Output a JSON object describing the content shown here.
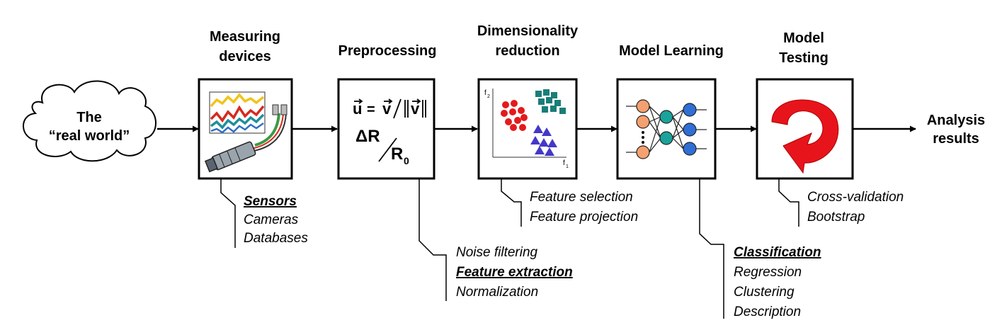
{
  "input": {
    "line1": "The",
    "line2": "“real world”"
  },
  "stages": [
    {
      "title_lines": [
        "Measuring",
        "devices"
      ],
      "details": [
        {
          "text": "Sensors",
          "emphasis": true
        },
        {
          "text": "Cameras",
          "emphasis": false
        },
        {
          "text": "Databases",
          "emphasis": false
        }
      ]
    },
    {
      "title_lines": [
        "Preprocessing"
      ],
      "formula": {
        "unit_vector": "u",
        "equals": "=",
        "vector": "v",
        "norm": "v",
        "delta": "ΔR",
        "base": "R",
        "sub": "0"
      },
      "details": [
        {
          "text": "Noise filtering",
          "emphasis": false
        },
        {
          "text": "Feature extraction",
          "emphasis": true
        },
        {
          "text": "Normalization",
          "emphasis": false
        }
      ]
    },
    {
      "title_lines": [
        "Dimensionality",
        "reduction"
      ],
      "axes": {
        "y_label": "f",
        "y_sub": "2",
        "x_label": "f",
        "x_sub": "1"
      },
      "details": [
        {
          "text": "Feature selection",
          "emphasis": false
        },
        {
          "text": "Feature projection",
          "emphasis": false
        }
      ]
    },
    {
      "title_lines": [
        "Model Learning"
      ],
      "details": [
        {
          "text": "Classification",
          "emphasis": true
        },
        {
          "text": "Regression",
          "emphasis": false
        },
        {
          "text": "Clustering",
          "emphasis": false
        },
        {
          "text": "Description",
          "emphasis": false
        }
      ]
    },
    {
      "title_lines": [
        "Model",
        "Testing"
      ],
      "details": [
        {
          "text": "Cross-validation",
          "emphasis": false
        },
        {
          "text": "Bootstrap",
          "emphasis": false
        }
      ]
    }
  ],
  "output": {
    "line1": "Analysis",
    "line2": "results"
  },
  "icons": [
    "sensor-chart-icon",
    "vector-formula-icon",
    "scatter-clusters-icon",
    "neural-network-icon",
    "circular-arrow-icon"
  ],
  "colors": {
    "line": "#000000",
    "chart_red": "#d62a1f",
    "chart_teal": "#1f8f9a",
    "chart_yellow": "#f0c419",
    "chart_green": "#3a9a44",
    "chart_blue": "#2f6fc7",
    "cluster_red": "#e41a1c",
    "cluster_teal": "#1a7d78",
    "cluster_blue": "#4338c9",
    "nn_input": "#f4a070",
    "nn_hidden": "#1aa39a",
    "nn_output": "#2f6fd6",
    "cycle_red": "#e8141b"
  }
}
